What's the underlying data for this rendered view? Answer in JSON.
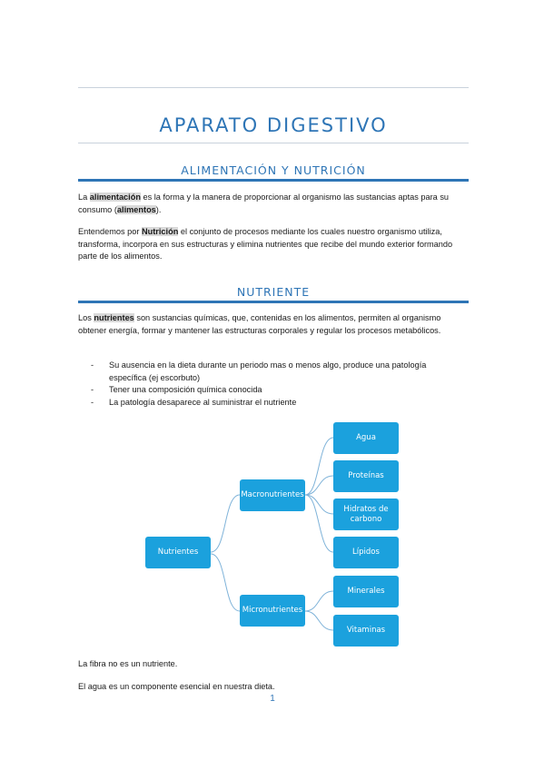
{
  "document": {
    "title": "APARATO DIGESTIVO",
    "section1": {
      "heading": "ALIMENTACIÓN Y NUTRICIÓN",
      "p1": {
        "pre": "La ",
        "term": "alimentación",
        "mid": " es la forma y la manera de proporcionar al organismo las sustancias aptas para su consumo (",
        "term2": "alimentos",
        "post": ")."
      },
      "p2": {
        "pre": "Entendemos por ",
        "term": "Nutrición",
        "post": " el conjunto de procesos mediante los cuales nuestro organismo utiliza, transforma, incorpora en sus estructuras y elimina nutrientes que recibe del mundo exterior formando parte de los alimentos."
      }
    },
    "section2": {
      "heading": "NUTRIENTE",
      "p1": {
        "pre": "Los ",
        "term": "nutrientes",
        "post": " son sustancias químicas, que, contenidas en los alimentos, permiten al organismo obtener energía, formar y mantener las estructuras corporales y regular los procesos metabólicos."
      },
      "bullets": [
        "Su ausencia en la dieta durante un periodo mas o menos algo, produce una patología específica (ej escorbuto)",
        "Tener una composición química conocida",
        "La patología desaparece al suministrar el nutriente"
      ],
      "bullet_marker": "-"
    },
    "diagram": {
      "root": "Nutrientes",
      "macro": "Macronutrientes",
      "micro": "Micronutrientes",
      "macro_children": [
        "Agua",
        "Proteínas",
        "Hidratos de carbono",
        "Lípidos"
      ],
      "micro_children": [
        "Minerales",
        "Vitaminas"
      ]
    },
    "footer_p1": "La fibra no es un nutriente.",
    "footer_p2": "El agua es un componente esencial en nuestra dieta.",
    "page_number": "1",
    "colors": {
      "accent": "#2e75b6",
      "node": "#1ba1dd",
      "highlight": "#d9d9d9"
    }
  }
}
